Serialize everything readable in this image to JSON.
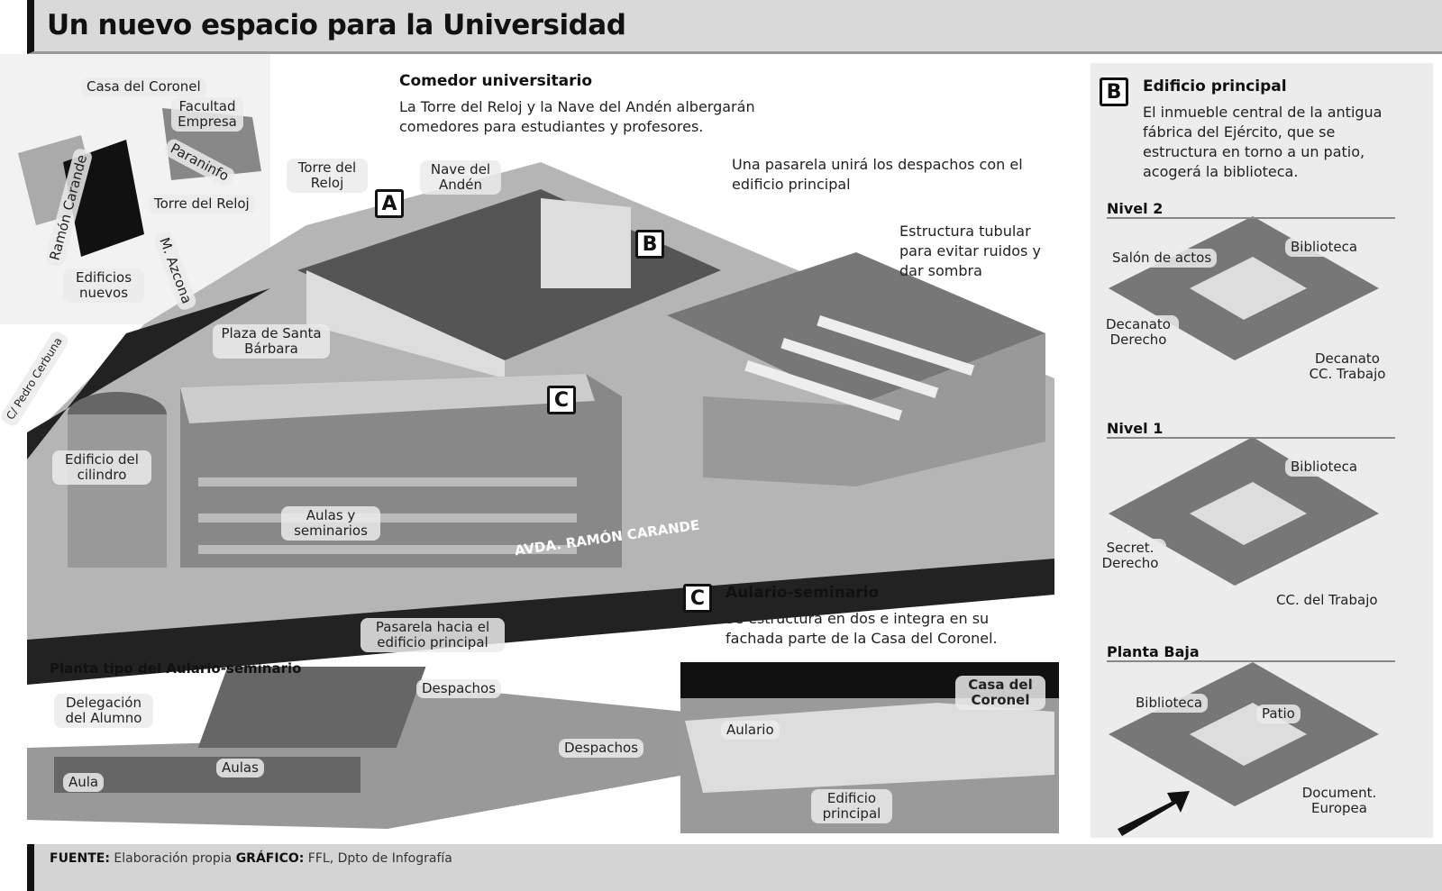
{
  "title": "Un nuevo espacio para la Universidad",
  "map": {
    "labels": [
      "Casa del Coronel",
      "Facultad Empresa",
      "Paraninfo",
      "Torre del Reloj",
      "Ramón Carande",
      "M. Azcona",
      "Edificios nuevos",
      "C/ Pedro Cerbuna"
    ]
  },
  "main": {
    "comedor": {
      "title": "Comedor universitario",
      "text": "La Torre del Reloj y la Nave del Andén albergarán comedores para estudiantes y profesores."
    },
    "pasarela": "Una pasarela unirá los despachos con el edificio principal",
    "estructura": "Estructura tubular para evitar ruidos y dar sombra",
    "labels": {
      "torre": "Torre del Reloj",
      "nave": "Nave del Andén",
      "plaza": "Plaza de Santa Bárbara",
      "cilindro": "Edificio del cilindro",
      "aulas": "Aulas y seminarios",
      "avenida": "AVDA. RAMÓN CARANDE"
    },
    "badges": [
      "A",
      "B",
      "C"
    ]
  },
  "planta": {
    "title": "Planta tipo del Aulario-seminario",
    "labels": [
      "Pasarela hacia el edificio principal",
      "Delegación del Alumno",
      "Despachos",
      "Aulas",
      "Aula",
      "Despachos"
    ]
  },
  "aulario": {
    "badge": "C",
    "title": "Aulario-seminario",
    "text": "Se estructura en dos e integra en su fachada parte de la Casa del Coronel.",
    "labels": [
      "Casa del Coronel",
      "Aulario",
      "Edificio principal"
    ]
  },
  "edificio": {
    "badge": "B",
    "title": "Edificio principal",
    "text": "El inmueble central de la antigua fábrica del Ejército, que se estructura en torno a un patio, acogerá la biblioteca.",
    "levels": [
      {
        "name": "Nivel 2",
        "labels": [
          "Salón de actos",
          "Biblioteca",
          "Decanato Derecho",
          "Decanato CC. Trabajo"
        ]
      },
      {
        "name": "Nivel 1",
        "labels": [
          "Biblioteca",
          "Secret. Derecho",
          "CC. del Trabajo"
        ]
      },
      {
        "name": "Planta Baja",
        "labels": [
          "Biblioteca",
          "Patio",
          "Document. Europea"
        ]
      }
    ]
  },
  "footer": {
    "source_label": "FUENTE:",
    "source": "Elaboración propia",
    "graphic_label": "GRÁFICO:",
    "graphic": "FFL, Dpto de Infografía"
  },
  "colors": {
    "background": "#ffffff",
    "dark": "#111111",
    "mid": "#8a8a8a",
    "light": "#d9d9d9"
  }
}
